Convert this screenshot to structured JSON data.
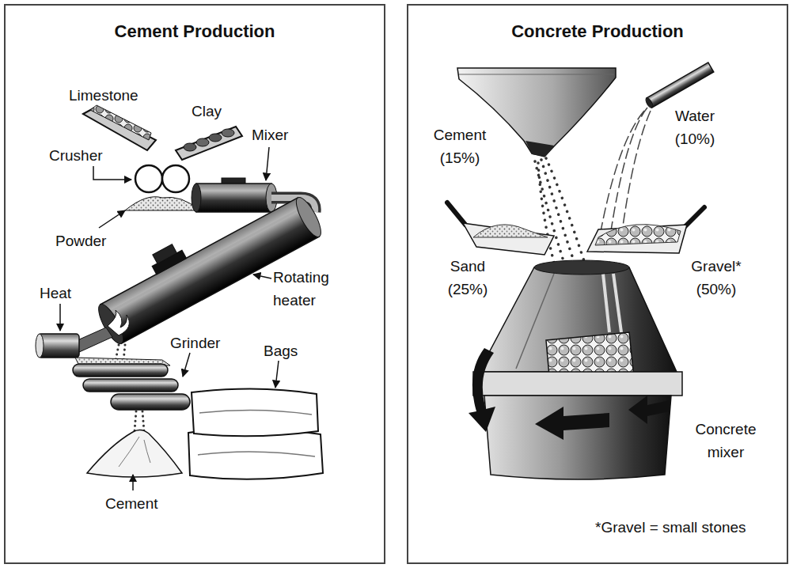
{
  "diagram": {
    "nodes": [
      {
        "text": [
          "Cement Production"
        ]
      },
      {
        "text": [
          "Concrete Production"
        ]
      }
    ],
    "labels": [
      "Limestone",
      "Clay",
      "Mixer",
      "Crusher",
      "Powder",
      "Rotating heater",
      "Heat",
      "Grinder",
      "Bags",
      "Cement",
      "Cement (15%)",
      "Water (10%)",
      "Sand (25%)",
      "Gravel* (50%)",
      "Concrete mixer",
      "*Gravel = small stones"
    ]
  }
}
